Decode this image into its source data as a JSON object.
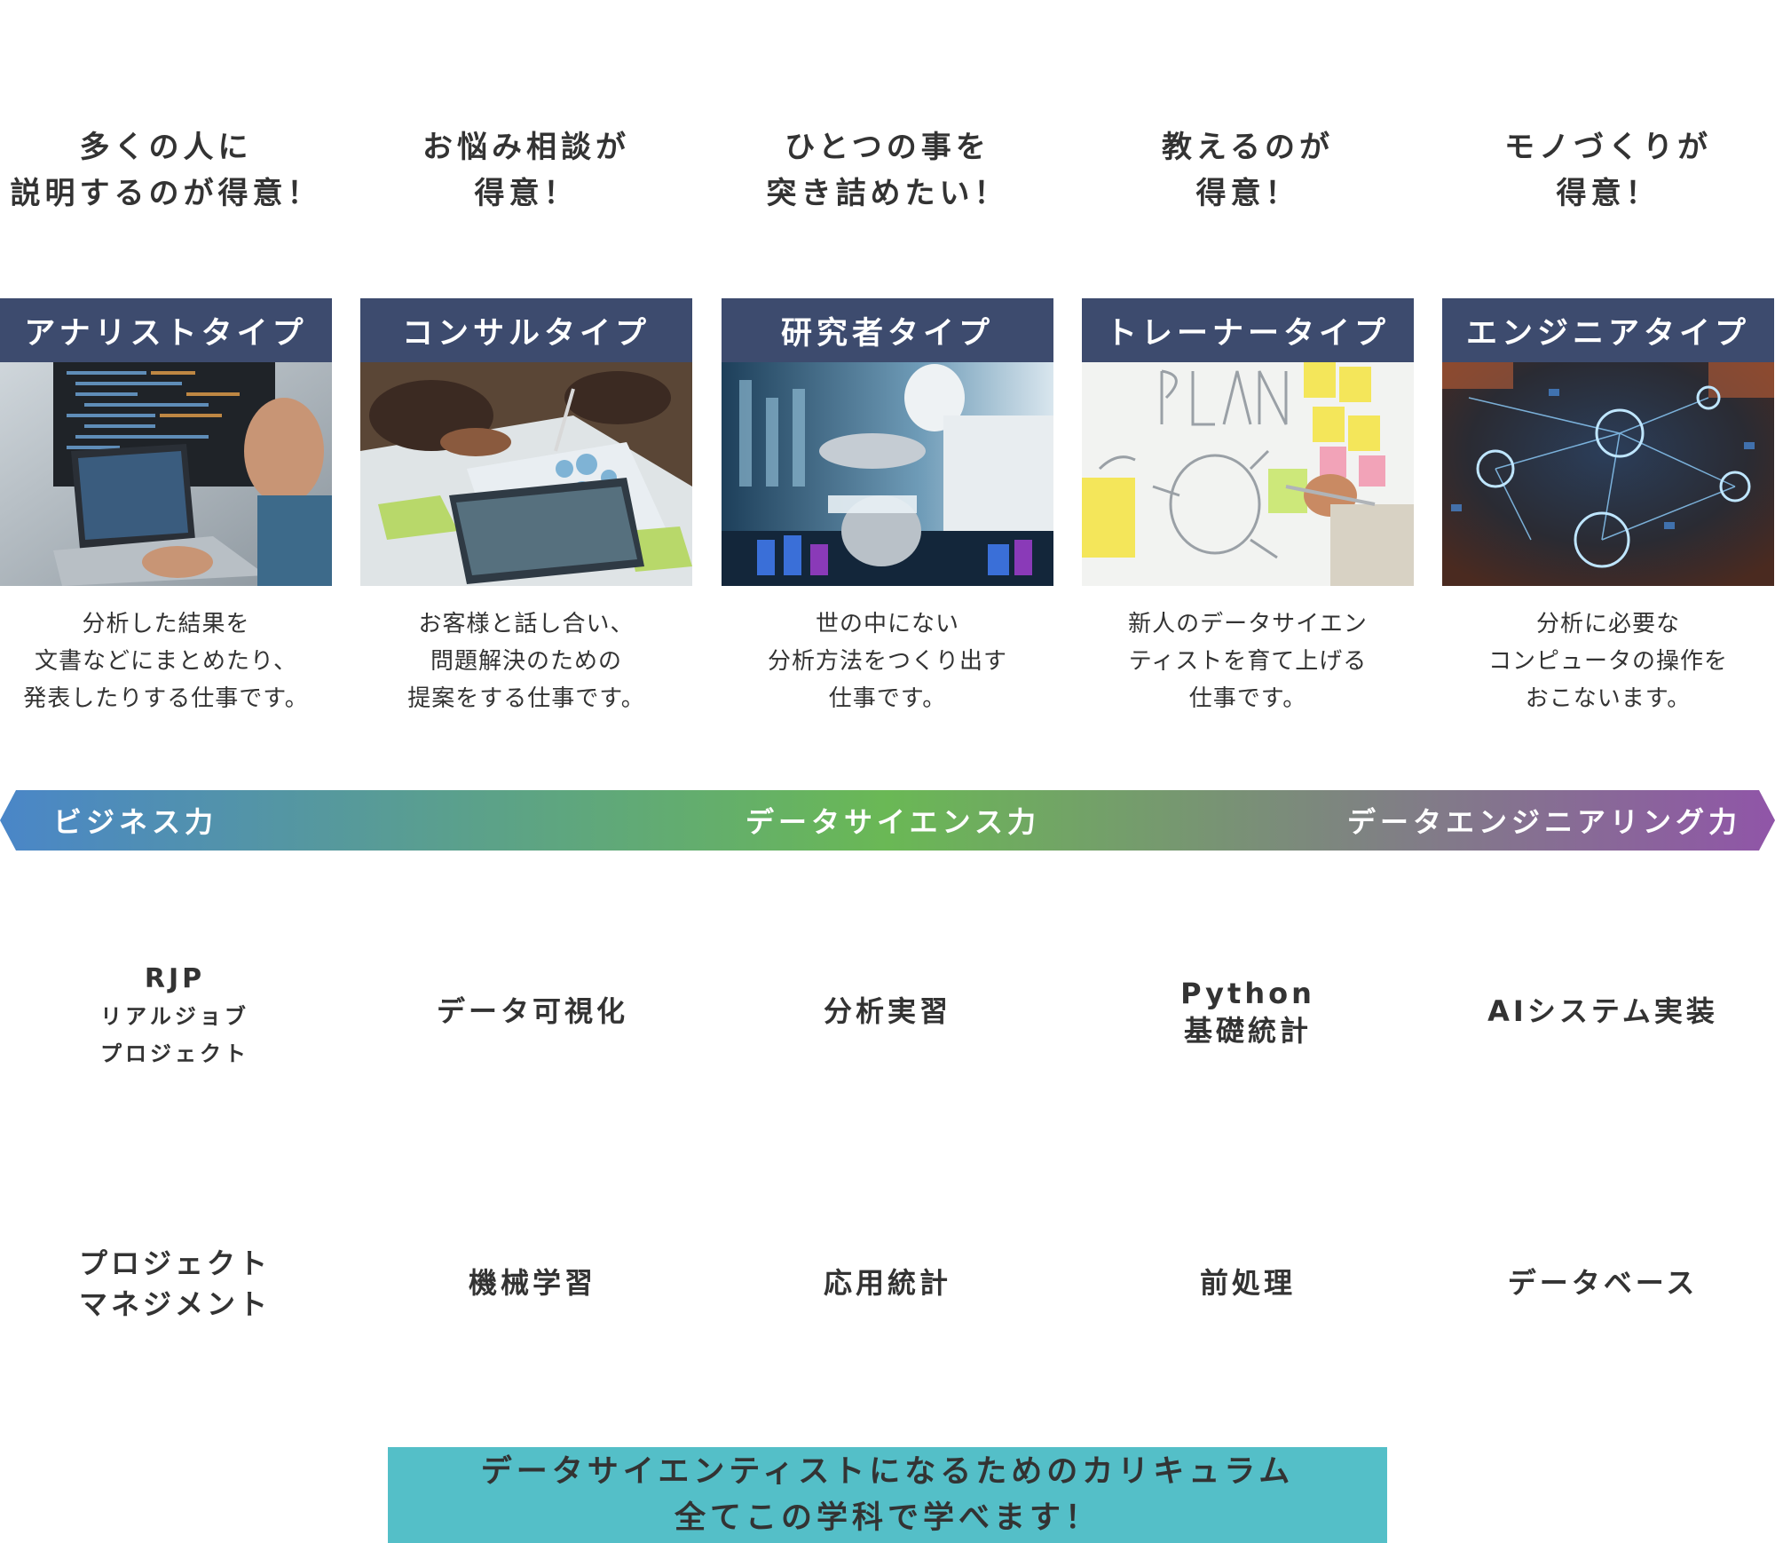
{
  "columns": [
    {
      "tagline": [
        "多くの人に",
        "説明するのが得意！"
      ],
      "type": "アナリストタイプ",
      "photo_icon": "laptop-code-photo",
      "description": [
        "分析した結果を",
        "文書などにまとめたり、",
        "発表したりする仕事です。"
      ]
    },
    {
      "tagline": [
        "お悩み相談が",
        "得意！"
      ],
      "type": "コンサルタイプ",
      "photo_icon": "consulting-documents-photo",
      "description": [
        "お客様と話し合い、",
        "問題解決のための",
        "提案をする仕事です。"
      ]
    },
    {
      "tagline": [
        "ひとつの事を",
        "突き詰めたい！"
      ],
      "type": "研究者タイプ",
      "photo_icon": "lab-research-photo",
      "description": [
        "世の中にない",
        "分析方法をつくり出す",
        "仕事です。"
      ]
    },
    {
      "tagline": [
        "教えるのが",
        "得意！"
      ],
      "type": "トレーナータイプ",
      "photo_icon": "whiteboard-plan-photo",
      "description": [
        "新人のデータサイエン",
        "ティストを育て上げる",
        "仕事です。"
      ]
    },
    {
      "tagline": [
        "モノづくりが",
        "得意！"
      ],
      "type": "エンジニアタイプ",
      "photo_icon": "network-technology-photo",
      "description": [
        "分析に必要な",
        "コンピュータの操作を",
        "おこないます。"
      ]
    }
  ],
  "skill_bar": {
    "left": "ビジネス力",
    "center": "データサイエンス力",
    "right": "データエンジニアリング力",
    "colors": {
      "start": "#4a86c8",
      "middle": "#6ab855",
      "end": "#9055a8"
    }
  },
  "courses_row1": [
    {
      "lines": [
        "RJP",
        "リアルジョブ",
        "プロジェクト"
      ]
    },
    {
      "lines": [
        "データ可視化"
      ]
    },
    {
      "lines": [
        "分析実習"
      ]
    },
    {
      "lines": [
        "Python",
        "基礎統計"
      ]
    },
    {
      "lines": [
        "AIシステム実装"
      ]
    }
  ],
  "courses_row2": [
    {
      "lines": [
        "プロジェクト",
        "マネジメント"
      ]
    },
    {
      "lines": [
        "機械学習"
      ]
    },
    {
      "lines": [
        "応用統計"
      ]
    },
    {
      "lines": [
        "前処理"
      ]
    },
    {
      "lines": [
        "データベース"
      ]
    }
  ],
  "banner": {
    "line1": "データサイエンティストになるためのカリキュラム",
    "line2": "全てこの学科で学べます！"
  }
}
